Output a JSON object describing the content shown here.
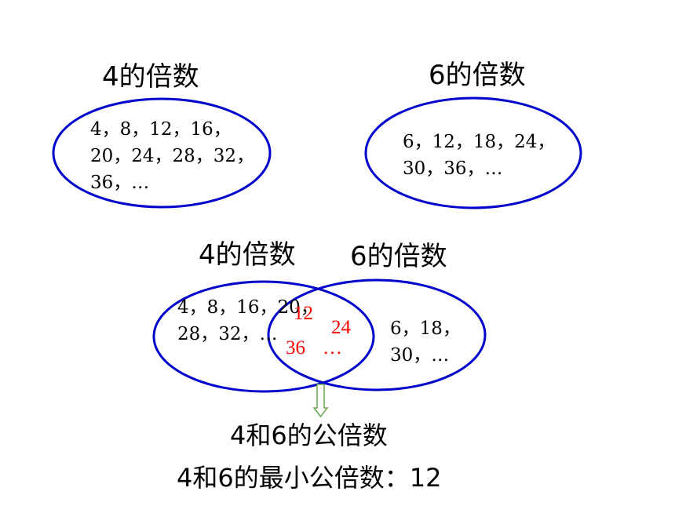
{
  "top": {
    "left_title": "4的倍数",
    "left_lines": [
      "4，8，12，16，",
      "20，24，28，32，",
      "36，…"
    ],
    "right_title": "6的倍数",
    "right_lines": [
      "6，12，18，24，",
      "30，36，…"
    ]
  },
  "venn": {
    "left_title": "4的倍数",
    "right_title": "6的倍数",
    "left_lines": [
      "4，8，16，20，",
      "28，32，…"
    ],
    "common": [
      "12",
      "24",
      "36",
      "…"
    ],
    "right_lines": [
      "6，18，",
      "30，…"
    ]
  },
  "result": {
    "common_label": "4和6的公倍数",
    "lcm_label": "4和6的最小公倍数：12"
  },
  "colors": {
    "ellipse": "#0000cc",
    "common_text": "#ff0000",
    "arrow_fill": "#ffffff",
    "arrow_stroke": "#6aa84f"
  }
}
